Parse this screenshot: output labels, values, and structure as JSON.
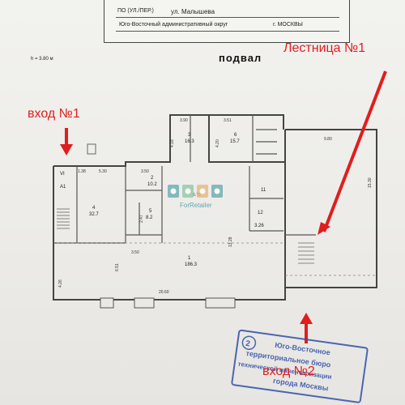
{
  "header": {
    "street_prefix": "ПО (УЛ./ПЕР.)",
    "street": "ул. Малышева",
    "district_line": "Юго-Восточный административный округ",
    "city": "г. МОСКВЫ"
  },
  "plan": {
    "height_note": "h = 3.80 м",
    "floor_title": "подвал",
    "watermark": "ForRetailer",
    "rooms": [
      {
        "id": "1",
        "area": "186.3"
      },
      {
        "id": "2",
        "area": "10.2"
      },
      {
        "id": "3",
        "area": "16.3"
      },
      {
        "id": "4",
        "area": "32.7"
      },
      {
        "id": "5",
        "area": "8.2"
      },
      {
        "id": "6",
        "area": "15.7"
      },
      {
        "id": "11",
        "area": ""
      },
      {
        "id": "12",
        "area": "3.26"
      },
      {
        "id": "VI",
        "area": ""
      },
      {
        "id": "A1",
        "area": ""
      }
    ],
    "dimensions": [
      "3.90",
      "3.51",
      "1.38",
      "5.30",
      "3.50",
      "6.76",
      "4.18",
      "4.20",
      "2.47",
      "20.60",
      "13.28",
      "6.51",
      "4.26",
      "9.80",
      "15.30",
      "3.50"
    ]
  },
  "annotations": {
    "entrance1": "вход №1",
    "entrance2": "вход №2",
    "stairs1": "Лестница №1"
  },
  "stamp": {
    "number": "2",
    "line1": "Юго-Восточное",
    "line2": "территориальное бюро",
    "line3": "технической инвентаризации",
    "line4": "города Москвы"
  },
  "colors": {
    "annotation_red": "#e11d1d",
    "stamp_blue": "#2f4fa8",
    "watermark_teal": "#5fa8b0"
  }
}
